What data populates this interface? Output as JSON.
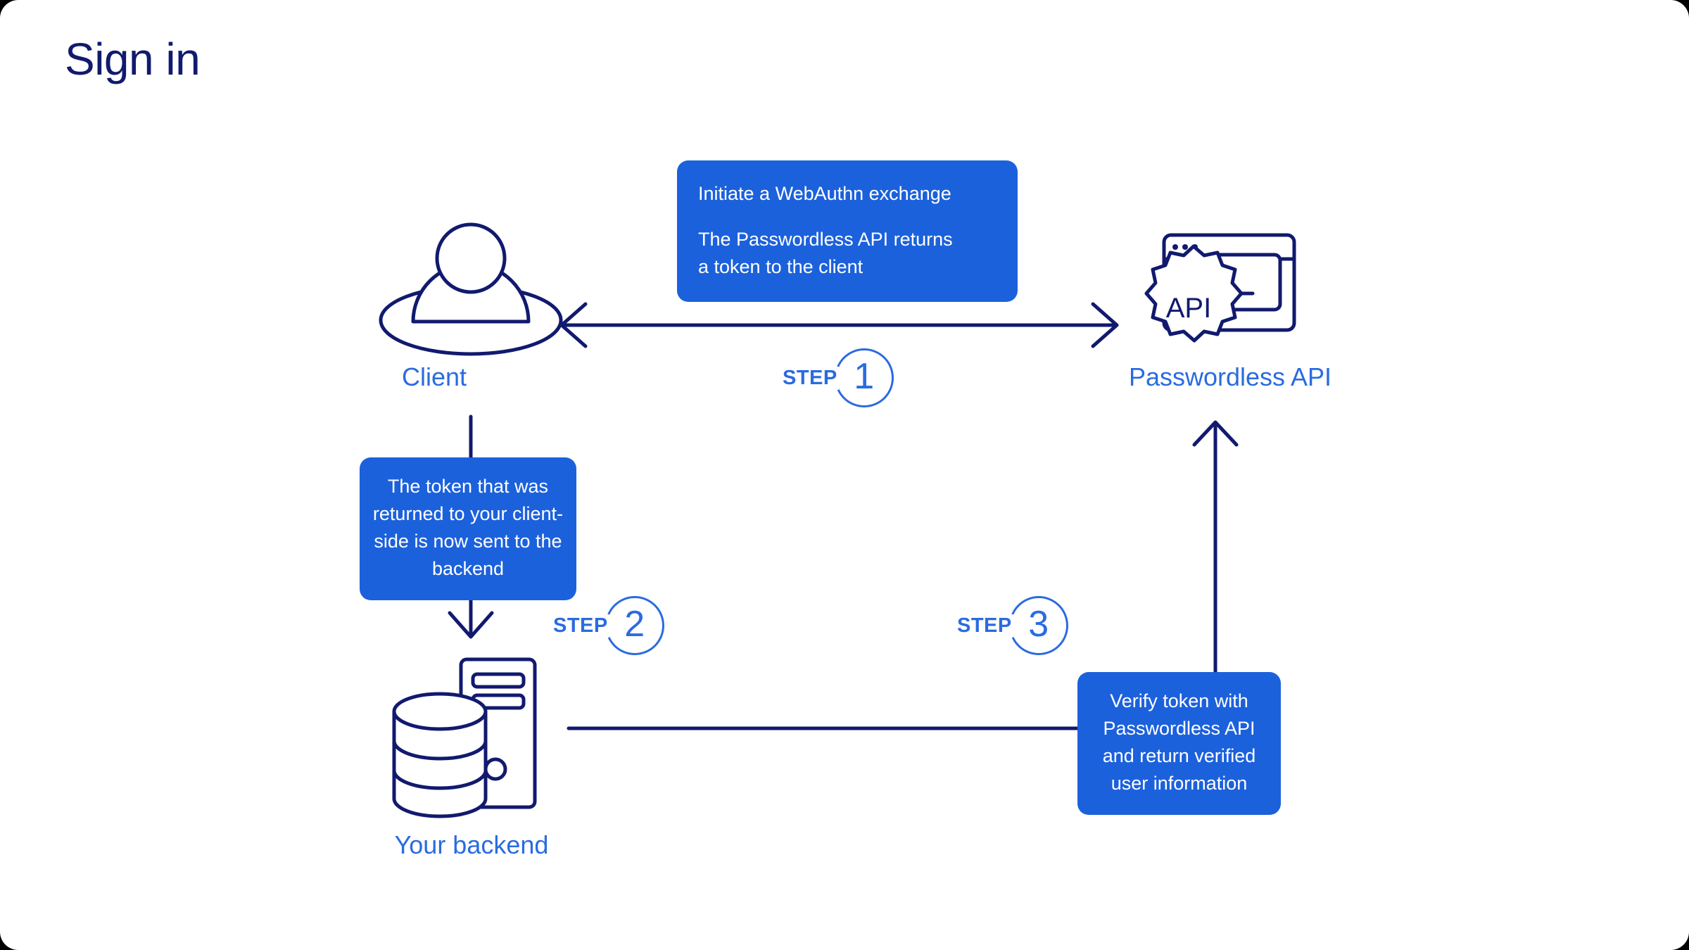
{
  "page": {
    "title": "Sign in",
    "background": "#ffffff",
    "title_color": "#111a6e",
    "accent_blue": "#2a6be0",
    "callout_blue": "#1c61dc",
    "line_navy": "#111a6e"
  },
  "nodes": [
    {
      "id": "client",
      "label": "Client",
      "icon": "person-in-circle-icon"
    },
    {
      "id": "api",
      "label": "Passwordless API",
      "icon": "api-gear-terminal-icon"
    },
    {
      "id": "backend",
      "label": "Your backend",
      "icon": "database-server-icon"
    }
  ],
  "callouts": {
    "one": {
      "line_a": "Initiate a WebAuthn exchange",
      "line_b": "The Passwordless API returns",
      "line_c": "a token to the client"
    },
    "two": {
      "text": "The token that was returned to your client-side is now sent to the backend"
    },
    "three": {
      "text": "Verify token with Passwordless API and return verified user information"
    }
  },
  "steps": [
    {
      "word": "STEP",
      "number": "1"
    },
    {
      "word": "STEP",
      "number": "2"
    },
    {
      "word": "STEP",
      "number": "3"
    }
  ],
  "icon_text": {
    "api_gear": "API",
    "terminal_prompt": ">_"
  }
}
